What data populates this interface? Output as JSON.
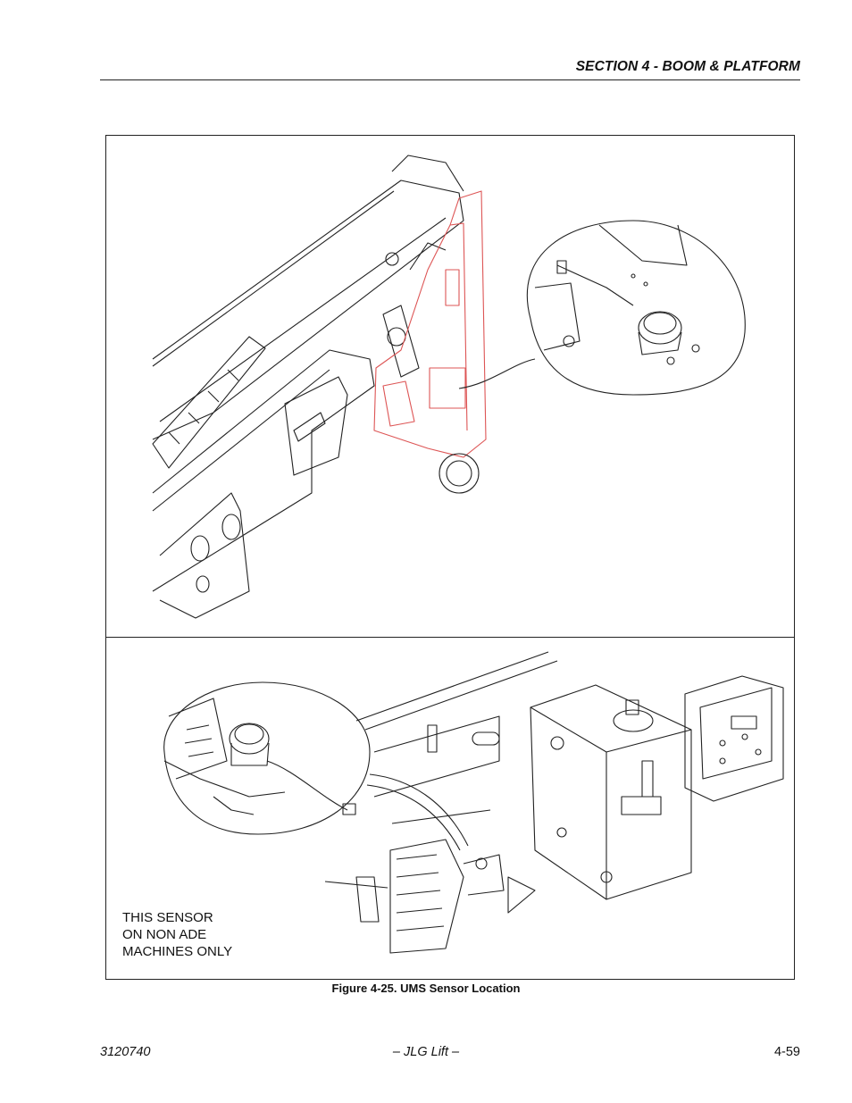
{
  "header": {
    "section_title": "SECTION 4 - BOOM & PLATFORM"
  },
  "figure": {
    "note_lines": [
      "THIS SENSOR",
      "ON NON ADE",
      "MACHINES ONLY"
    ],
    "caption": "Figure 4-25.  UMS Sensor Location"
  },
  "footer": {
    "doc_number": "3120740",
    "center_text": "– JLG Lift –",
    "page_number": "4-59"
  }
}
